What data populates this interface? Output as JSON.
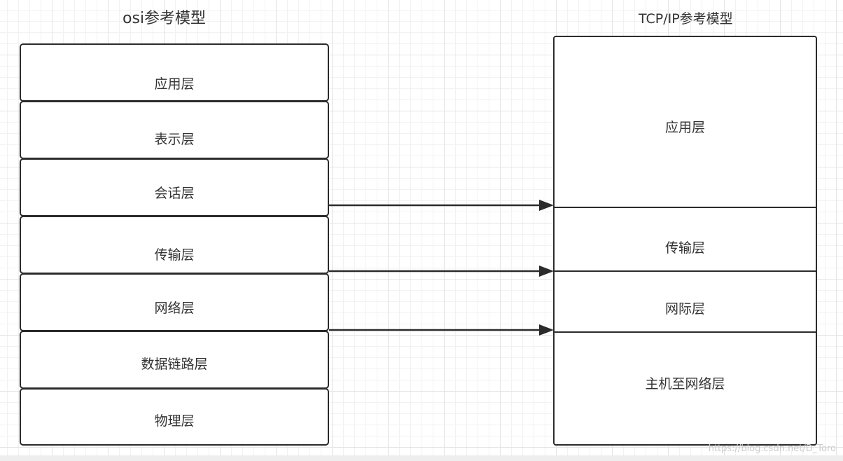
{
  "osi": {
    "title": "osi参考模型",
    "layers": [
      "应用层",
      "表示层",
      "会话层",
      "传输层",
      "网络层",
      "数据链路层",
      "物理层"
    ]
  },
  "tcpip": {
    "title": "TCP/IP参考模型",
    "layers": [
      "应用层",
      "传输层",
      "网际层",
      "主机至网络层"
    ]
  },
  "watermark": "https://blog.csdn.net/D_Toro",
  "colors": {
    "stroke": "#2b2b2b",
    "text": "#333333",
    "grid": "#e4e4e4"
  }
}
